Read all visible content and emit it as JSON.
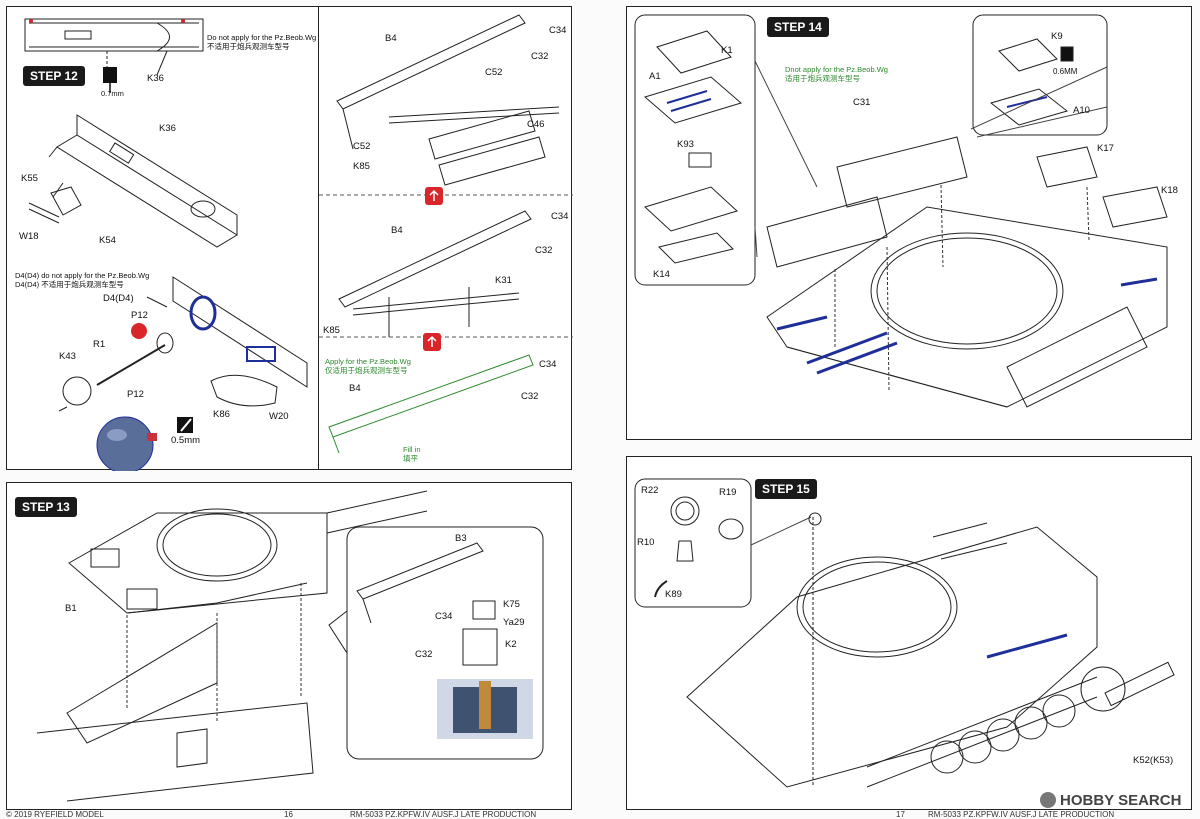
{
  "step12": {
    "title": "STEP 12",
    "note_top": [
      "Do not apply for the Pz.Beob.Wg",
      "不适用于炮兵观测车型号"
    ],
    "note_d4": [
      "D4(D4) do not apply for the Pz.Beob.Wg",
      "D4(D4) 不适用于炮兵观测车型号"
    ],
    "drill_top": "0.7mm",
    "drill_p12": "0.5mm",
    "labels": {
      "K36a": "K36",
      "K36b": "K36",
      "K55": "K55",
      "W18": "W18",
      "K54": "K54",
      "D4": "D4(D4)",
      "P12a": "P12",
      "R1": "R1",
      "K43": "K43",
      "P12b": "P12",
      "K86": "K86",
      "W20": "W20"
    }
  },
  "step12_right": {
    "labels_a": {
      "B4": "B4",
      "C34": "C34",
      "C32": "C32",
      "C52a": "C52",
      "C52b": "C52",
      "C46": "C46",
      "K85": "K85"
    },
    "labels_b": {
      "B4": "B4",
      "C34": "C34",
      "C32": "C32",
      "K31": "K31",
      "K85": "K85"
    },
    "labels_c": {
      "B4": "B4",
      "C34": "C34",
      "C32": "C32"
    },
    "note_apply": [
      "Apply for the Pz.Beob.Wg",
      "仅适用于炮兵观测车型号"
    ],
    "fill": [
      "Fill in",
      "填平"
    ]
  },
  "step13": {
    "title": "STEP 13",
    "labels": {
      "B1": "B1",
      "B3": "B3",
      "K75": "K75",
      "C34": "C34",
      "Ya29": "Ya29",
      "K2": "K2",
      "C32": "C32"
    }
  },
  "step14": {
    "title": "STEP 14",
    "note": [
      "Dnot apply for the Pz.Beob.Wg",
      "适用于炮兵观测车型号"
    ],
    "drill": "0.6MM",
    "labels": {
      "K1": "K1",
      "A1": "A1",
      "K93": "K93",
      "K14": "K14",
      "C31": "C31",
      "K9": "K9",
      "A10": "A10",
      "K17": "K17",
      "K18": "K18"
    }
  },
  "step15": {
    "title": "STEP 15",
    "labels": {
      "R22": "R22",
      "R19": "R19",
      "R10": "R10",
      "K89": "K89",
      "K52": "K52(K53)"
    }
  },
  "footer": {
    "left": "© 2019 RYEFIELD MODEL",
    "page_left": "16",
    "center_left": "RM-5033 PZ.KPFW.IV AUSF.J LATE PRODUCTION",
    "page_right": "17",
    "center_right": "RM-5033 PZ.KPFW.IV AUSF.J LATE PRODUCTION",
    "brand": "HOBBY SEARCH"
  },
  "colors": {
    "accent_blue": "#1e2f9a",
    "highlight_red": "#d8262a",
    "green": "#2c8a2c",
    "ink": "#222222"
  }
}
